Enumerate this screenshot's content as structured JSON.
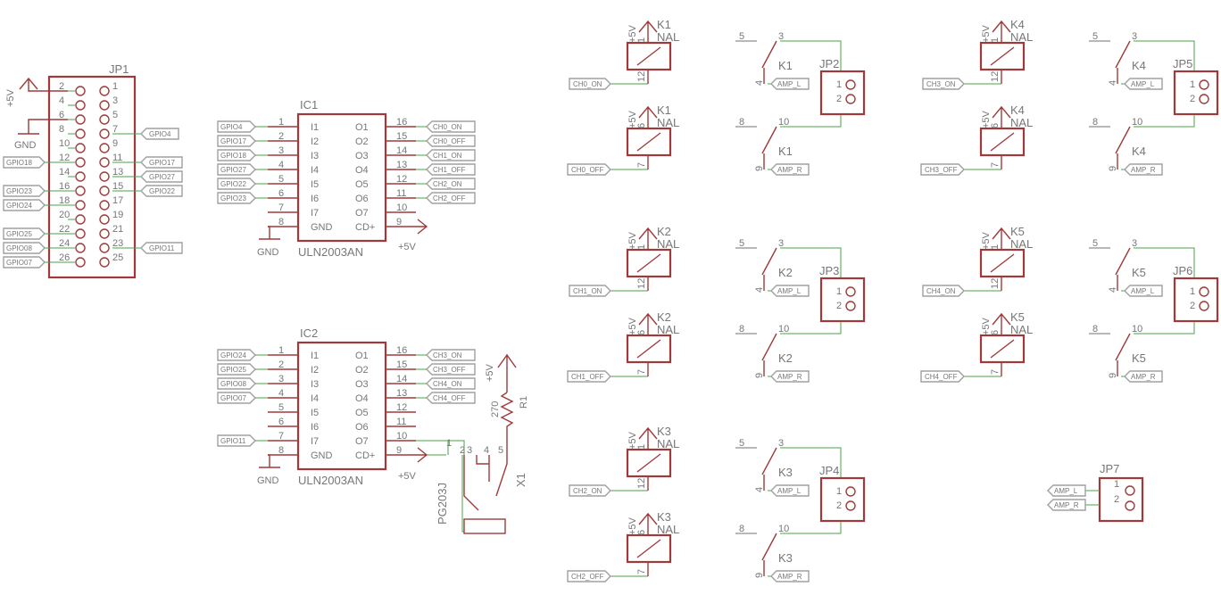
{
  "supply": {
    "vcc": "+5V",
    "gnd": "GND"
  },
  "header": {
    "name": "JP1",
    "left_pins": [
      "2",
      "4",
      "6",
      "8",
      "10",
      "12",
      "14",
      "16",
      "18",
      "20",
      "22",
      "24",
      "26"
    ],
    "right_pins": [
      "1",
      "3",
      "5",
      "7",
      "9",
      "11",
      "13",
      "15",
      "17",
      "19",
      "21",
      "23",
      "25"
    ],
    "left_nets": [
      "GPIO18",
      "GPIO23",
      "GPIO24",
      "GPIO25",
      "GPIO08",
      "GPIO07"
    ],
    "right_nets": [
      "GPIO4",
      "GPIO17",
      "GPIO27",
      "GPIO22",
      "GPIO11"
    ]
  },
  "drivers": [
    {
      "name": "IC1",
      "value": "ULN2003AN",
      "in_nets": [
        "GPIO4",
        "GPIO17",
        "GPIO18",
        "GPIO27",
        "GPIO22",
        "GPIO23"
      ],
      "out_nets": [
        "CH0_ON",
        "CH0_OFF",
        "CH1_ON",
        "CH1_OFF",
        "CH2_ON",
        "CH2_OFF"
      ]
    },
    {
      "name": "IC2",
      "value": "ULN2003AN",
      "in_nets": [
        "GPIO24",
        "GPIO25",
        "GPIO08",
        "GPIO07",
        "",
        "",
        "GPIO11"
      ],
      "out_nets": [
        "CH3_ON",
        "CH3_OFF",
        "CH4_ON",
        "CH4_OFF"
      ]
    }
  ],
  "uln_pins": {
    "left_nums": [
      "1",
      "2",
      "3",
      "4",
      "5",
      "6",
      "7",
      "8"
    ],
    "left_names": [
      "I1",
      "I2",
      "I3",
      "I4",
      "I5",
      "I6",
      "I7",
      "GND"
    ],
    "right_nums": [
      "16",
      "15",
      "14",
      "13",
      "12",
      "11",
      "10",
      "9"
    ],
    "right_names": [
      "O1",
      "O2",
      "O3",
      "O4",
      "O5",
      "O6",
      "O7",
      "CD+"
    ]
  },
  "resistor": {
    "name": "R1",
    "value": "270"
  },
  "jack": {
    "name": "X1",
    "value": "PG203J",
    "pins": [
      "1",
      "2",
      "3",
      "4",
      "5"
    ]
  },
  "relays": [
    {
      "name": "K1",
      "on": "CH0_ON",
      "off": "CH0_OFF",
      "jp": "JP2"
    },
    {
      "name": "K2",
      "on": "CH1_ON",
      "off": "CH1_OFF",
      "jp": "JP3"
    },
    {
      "name": "K3",
      "on": "CH2_ON",
      "off": "CH2_OFF",
      "jp": "JP4"
    },
    {
      "name": "K4",
      "on": "CH3_ON",
      "off": "CH3_OFF",
      "jp": "JP5"
    },
    {
      "name": "K5",
      "on": "CH4_ON",
      "off": "CH4_OFF",
      "jp": "JP6"
    }
  ],
  "relay_text": {
    "nal": "NAL",
    "coil1_pins": [
      "1",
      "12"
    ],
    "coil2_pins": [
      "6",
      "7"
    ],
    "contact1_pins": [
      "5",
      "3",
      "4"
    ],
    "contact2_pins": [
      "8",
      "10",
      "9"
    ],
    "amp_l": "AMP_L",
    "amp_r": "AMP_R",
    "jp_pins": [
      "1",
      "2"
    ]
  },
  "output": {
    "name": "JP7",
    "pins": [
      "1",
      "2"
    ],
    "nets": [
      "AMP_L",
      "AMP_R"
    ]
  }
}
